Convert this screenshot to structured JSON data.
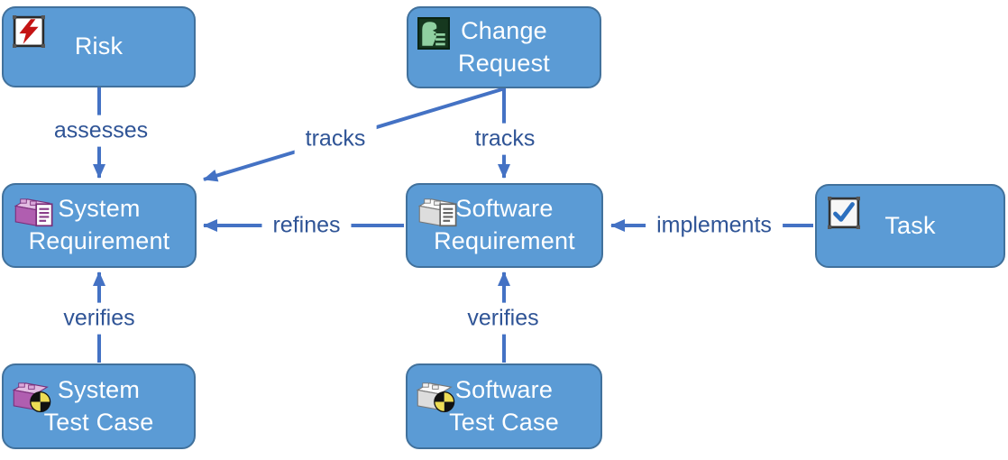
{
  "diagram": {
    "type": "relationship-diagram",
    "colors": {
      "node_fill": "#5B9BD5",
      "node_border": "#41719C",
      "node_text": "#FFFFFF",
      "edge_line": "#4472C4",
      "edge_label_text": "#2F5496",
      "edge_label_background": "#FFFFFF",
      "background": "#FFFFFF"
    },
    "nodes": [
      {
        "id": "risk",
        "label": "Risk",
        "icon": "risk-lightning-icon"
      },
      {
        "id": "change-request",
        "label": "Change\nRequest",
        "icon": "change-request-icon"
      },
      {
        "id": "system-requirement",
        "label": "System\nRequirement",
        "icon": "system-requirement-brick-icon"
      },
      {
        "id": "software-requirement",
        "label": "Software\nRequirement",
        "icon": "software-requirement-brick-icon"
      },
      {
        "id": "task",
        "label": "Task",
        "icon": "task-checkbox-icon"
      },
      {
        "id": "system-test-case",
        "label": "System\nTest Case",
        "icon": "system-test-case-icon"
      },
      {
        "id": "software-test-case",
        "label": "Software\nTest Case",
        "icon": "software-test-case-icon"
      }
    ],
    "edges": [
      {
        "label": "assesses",
        "from": "risk",
        "to": "system-requirement"
      },
      {
        "label": "tracks",
        "from": "change-request",
        "to": "system-requirement"
      },
      {
        "label": "tracks",
        "from": "change-request",
        "to": "software-requirement"
      },
      {
        "label": "refines",
        "from": "software-requirement",
        "to": "system-requirement"
      },
      {
        "label": "implements",
        "from": "task",
        "to": "software-requirement"
      },
      {
        "label": "verifies",
        "from": "system-test-case",
        "to": "system-requirement"
      },
      {
        "label": "verifies",
        "from": "software-test-case",
        "to": "software-requirement"
      }
    ]
  }
}
